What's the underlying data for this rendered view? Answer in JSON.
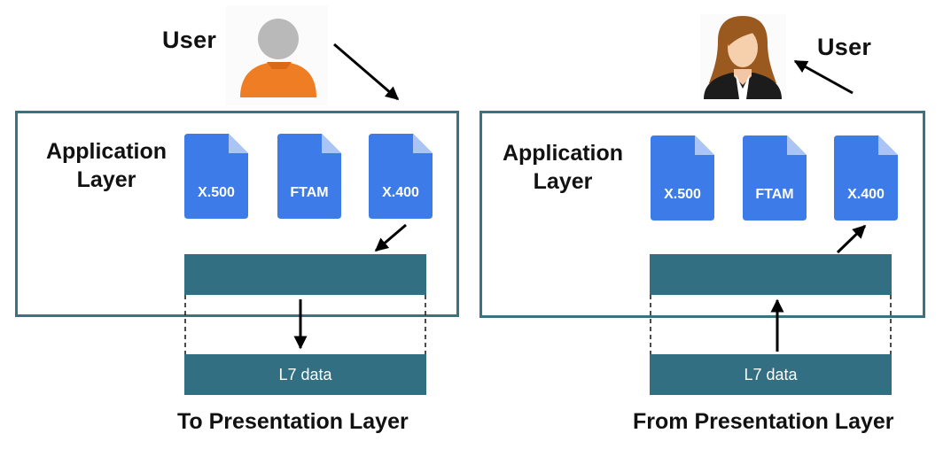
{
  "left": {
    "user_label": "User",
    "layer_label_line1": "Application",
    "layer_label_line2": "Layer",
    "files": [
      "X.500",
      "FTAM",
      "X.400"
    ],
    "data_label": "L7 data",
    "caption": "To Presentation Layer"
  },
  "right": {
    "user_label": "User",
    "layer_label_line1": "Application",
    "layer_label_line2": "Layer",
    "files": [
      "X.500",
      "FTAM",
      "X.400"
    ],
    "data_label": "L7 data",
    "caption": "From Presentation Layer"
  },
  "colors": {
    "box_border": "#3a7282",
    "bar": "#326f82",
    "file_blue": "#3d7be8",
    "file_fold": "#a9c4f5"
  },
  "icons": [
    "male-user-avatar-icon",
    "female-user-avatar-icon",
    "document-icon",
    "arrow-icon"
  ]
}
